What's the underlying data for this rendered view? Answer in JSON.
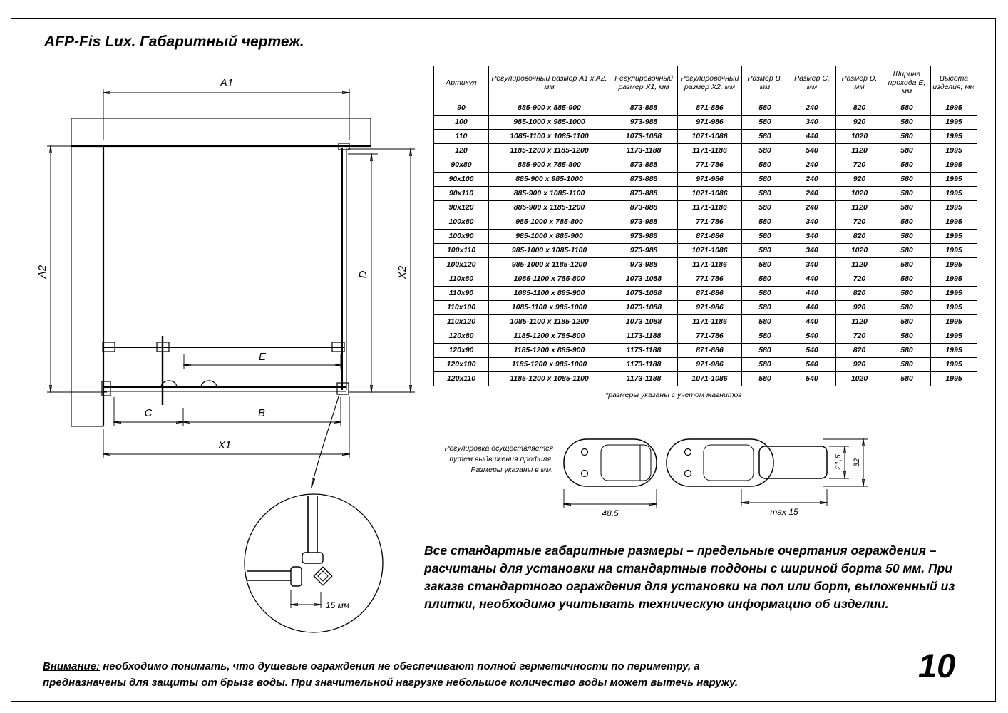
{
  "page": {
    "title": "AFP-Fis Lux. Габаритный чертеж.",
    "page_number": "10"
  },
  "drawing": {
    "dims": {
      "a1": "A1",
      "a2": "A2",
      "x1": "X1",
      "x2": "X2",
      "b": "B",
      "c": "C",
      "d": "D",
      "e": "E"
    },
    "detail_dim": "15 мм"
  },
  "profiles": {
    "note_lines": [
      "Регулировка осуществляется",
      "путем выдвижения профиля.",
      "Размеры указаны в мм."
    ],
    "dim_width": "48,5",
    "dim_extension": "max 15",
    "dim_inner_height": "21,6",
    "dim_height": "32"
  },
  "table": {
    "headers": [
      "Артикул",
      "Регулировочный размер A1 x A2, мм",
      "Регулировочный размер X1, мм",
      "Регулировочный размер X2, мм",
      "Размер B, мм",
      "Размер C, мм",
      "Размер D, мм",
      "Ширина прохода E, мм",
      "Высота изделия, мм"
    ],
    "rows": [
      [
        "90",
        "885-900 x 885-900",
        "873-888",
        "871-886",
        "580",
        "240",
        "820",
        "580",
        "1995"
      ],
      [
        "100",
        "985-1000 x 985-1000",
        "973-988",
        "971-986",
        "580",
        "340",
        "920",
        "580",
        "1995"
      ],
      [
        "110",
        "1085-1100 x 1085-1100",
        "1073-1088",
        "1071-1086",
        "580",
        "440",
        "1020",
        "580",
        "1995"
      ],
      [
        "120",
        "1185-1200 x 1185-1200",
        "1173-1188",
        "1171-1186",
        "580",
        "540",
        "1120",
        "580",
        "1995"
      ],
      [
        "90x80",
        "885-900 x 785-800",
        "873-888",
        "771-786",
        "580",
        "240",
        "720",
        "580",
        "1995"
      ],
      [
        "90x100",
        "885-900 x 985-1000",
        "873-888",
        "971-986",
        "580",
        "240",
        "920",
        "580",
        "1995"
      ],
      [
        "90x110",
        "885-900 x 1085-1100",
        "873-888",
        "1071-1086",
        "580",
        "240",
        "1020",
        "580",
        "1995"
      ],
      [
        "90x120",
        "885-900 x 1185-1200",
        "873-888",
        "1171-1186",
        "580",
        "240",
        "1120",
        "580",
        "1995"
      ],
      [
        "100x80",
        "985-1000 x 785-800",
        "973-988",
        "771-786",
        "580",
        "340",
        "720",
        "580",
        "1995"
      ],
      [
        "100x90",
        "985-1000 x 885-900",
        "973-988",
        "871-886",
        "580",
        "340",
        "820",
        "580",
        "1995"
      ],
      [
        "100x110",
        "985-1000 x 1085-1100",
        "973-988",
        "1071-1086",
        "580",
        "340",
        "1020",
        "580",
        "1995"
      ],
      [
        "100x120",
        "985-1000 x 1185-1200",
        "973-988",
        "1171-1186",
        "580",
        "340",
        "1120",
        "580",
        "1995"
      ],
      [
        "110x80",
        "1085-1100 x 785-800",
        "1073-1088",
        "771-786",
        "580",
        "440",
        "720",
        "580",
        "1995"
      ],
      [
        "110x90",
        "1085-1100 x 885-900",
        "1073-1088",
        "871-886",
        "580",
        "440",
        "820",
        "580",
        "1995"
      ],
      [
        "110x100",
        "1085-1100 x 985-1000",
        "1073-1088",
        "971-986",
        "580",
        "440",
        "920",
        "580",
        "1995"
      ],
      [
        "110x120",
        "1085-1100 x 1185-1200",
        "1073-1088",
        "1171-1186",
        "580",
        "440",
        "1120",
        "580",
        "1995"
      ],
      [
        "120x80",
        "1185-1200 x 785-800",
        "1173-1188",
        "771-786",
        "580",
        "540",
        "720",
        "580",
        "1995"
      ],
      [
        "120x90",
        "1185-1200 x 885-900",
        "1173-1188",
        "871-886",
        "580",
        "540",
        "820",
        "580",
        "1995"
      ],
      [
        "120x100",
        "1185-1200 x 985-1000",
        "1173-1188",
        "971-986",
        "580",
        "540",
        "920",
        "580",
        "1995"
      ],
      [
        "120x110",
        "1185-1200 x 1085-1100",
        "1173-1188",
        "1071-1086",
        "580",
        "540",
        "1020",
        "580",
        "1995"
      ]
    ],
    "footnote": "*размеры указаны с учетом магнитов"
  },
  "notes": {
    "installation": "Все стандартные габаритные размеры – предельные очертания ограждения – расчитаны для установки на стандартные поддоны с шириной борта 50 мм. При заказе стандартного ограждения для установки на пол или борт, выложенный из плитки, необходимо учитывать техническую информацию об изделии.",
    "warning_label": "Внимание:",
    "warning_text": " необходимо понимать, что душевые ограждения не обеспечивают полной герметичности по периметру, а предназначены для защиты от брызг воды. При значительной нагрузке небольшое количество воды может вытечь наружу."
  }
}
